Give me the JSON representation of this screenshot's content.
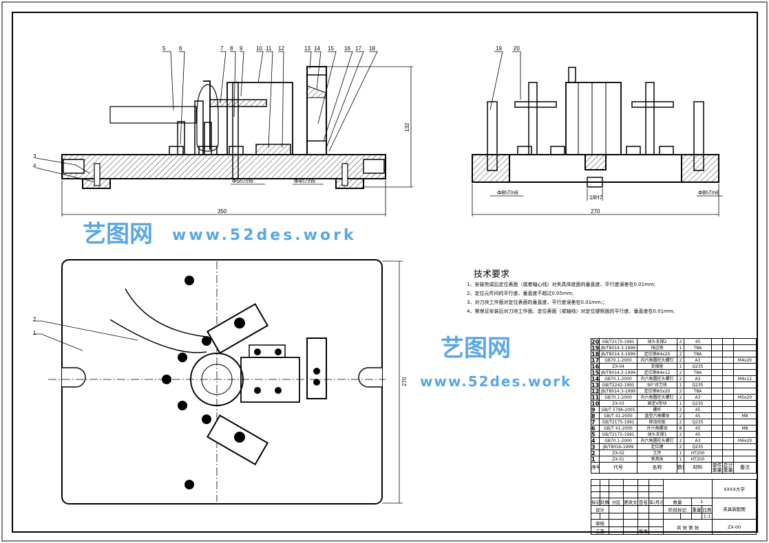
{
  "balloons_front": [
    "3",
    "4",
    "5",
    "6",
    "7",
    "8",
    "9",
    "10",
    "11",
    "12",
    "13",
    "14",
    "15",
    "16",
    "17",
    "18"
  ],
  "balloons_side": [
    "19",
    "20"
  ],
  "balloons_plan": [
    "1",
    "2"
  ],
  "dimensions": {
    "front_width": "350",
    "front_height": "132",
    "fit_phi5": "Φ5h7/n6",
    "fit_phi4": "Φ4h7/n6",
    "side_width": "270",
    "side_fit_left": "Φ8h7/n6",
    "side_fit_right": "Φ8h7/n6",
    "key_width": "18H7",
    "plan_height": "270"
  },
  "tech_requirements": {
    "title": "技术要求",
    "items": [
      "1、安装完成后定位表面（或者轴心线）对夹具体底面的垂直度、平行度误差在0.01mm;",
      "2、定位元件间的平行度、垂直度不超过0.05mm;",
      "3、对刀块工作面对定位表面的垂直度、平行度误差在0.01mm;；",
      "4、需保证安装后对刀块工作面、定位表面（或轴线）对定位键侧面的平行度、垂直度在0.01mm;"
    ]
  },
  "parts_list": {
    "rows": [
      [
        "20",
        "GB/T2175-1991",
        "球头支撑2",
        "2",
        "45",
        ""
      ],
      [
        "19",
        "JB/T8014.3-1999",
        "挡边销",
        "1",
        "T8A",
        ""
      ],
      [
        "18",
        "JB/T8014.3-1999",
        "定位销Φ4x20",
        "2",
        "T8A",
        ""
      ],
      [
        "17",
        "GB70.1-2000",
        "内六角圆柱头螺钉",
        "2",
        "A3",
        "M4x20"
      ],
      [
        "16",
        "ZX-04",
        "支撑座",
        "1",
        "Q235",
        ""
      ],
      [
        "15",
        "JB/T8014.2-1999",
        "定位销Φ4x12",
        "2",
        "T8A",
        ""
      ],
      [
        "14",
        "GB70.1-2000",
        "内六角圆柱头螺钉",
        "2",
        "A3",
        "M4x12"
      ],
      [
        "13",
        "GB/T2242-1991",
        "90°对刀块",
        "1",
        "Q235",
        ""
      ],
      [
        "12",
        "JB/T8014.3-1999",
        "定位销Φ5x20",
        "2",
        "T8A",
        ""
      ],
      [
        "11",
        "GB70.1-2000",
        "内六角圆柱头螺钉",
        "2",
        "A3",
        "M5x20"
      ],
      [
        "10",
        "ZX-03",
        "固定V型块",
        "1",
        "Q235",
        ""
      ],
      [
        "9",
        "GB/T 5796-2005",
        "螺杆",
        "2",
        "45",
        ""
      ],
      [
        "8",
        "GB/T 41-2000",
        "盖型六角螺母",
        "2",
        "45",
        "M8"
      ],
      [
        "7",
        "GB/T2175-1991",
        "移动压板",
        "2",
        "Q235",
        ""
      ],
      [
        "6",
        "GB/T 41-2000",
        "外六角螺母",
        "8",
        "45",
        "M8"
      ],
      [
        "5",
        "GB/T2175-1991",
        "球头支撑1",
        "2",
        "45",
        ""
      ],
      [
        "4",
        "GB70.1-2000",
        "内六角圆柱头螺钉",
        "2",
        "A3",
        "M6x20"
      ],
      [
        "3",
        "JB/T8016-1999",
        "定位键",
        "2",
        "Q235",
        ""
      ],
      [
        "2",
        "ZX-02",
        "工件",
        "1",
        "HT200",
        ""
      ],
      [
        "1",
        "ZX-01",
        "夹具体",
        "1",
        "HT200",
        ""
      ]
    ],
    "header": {
      "no": "序号",
      "code": "代号",
      "name": "名称",
      "qty": "数量",
      "material": "材料",
      "single": "单件",
      "total": "总计",
      "weight": "重量",
      "note": "备注"
    }
  },
  "title_block": {
    "school": "XXXX大学",
    "drawing_name": "夹具装配图",
    "drawing_no": "ZX-00",
    "quantity_label": "数量",
    "quantity": "1",
    "stage_label": "阶段标记",
    "weight_label": "重量",
    "scale_label": "比例",
    "scale": "1:1",
    "sheets": "共  张  第  张",
    "mark": "标记",
    "count": "处数",
    "zone": "分区",
    "change_doc": "更改文件号",
    "sign": "签名",
    "date": "年/月/日",
    "design": "设计",
    "review": "审核",
    "process": "工艺",
    "approve": "批准"
  },
  "watermark": {
    "logo": "艺图网",
    "url": "www.52des.work",
    "color": "#5aa6e6"
  }
}
